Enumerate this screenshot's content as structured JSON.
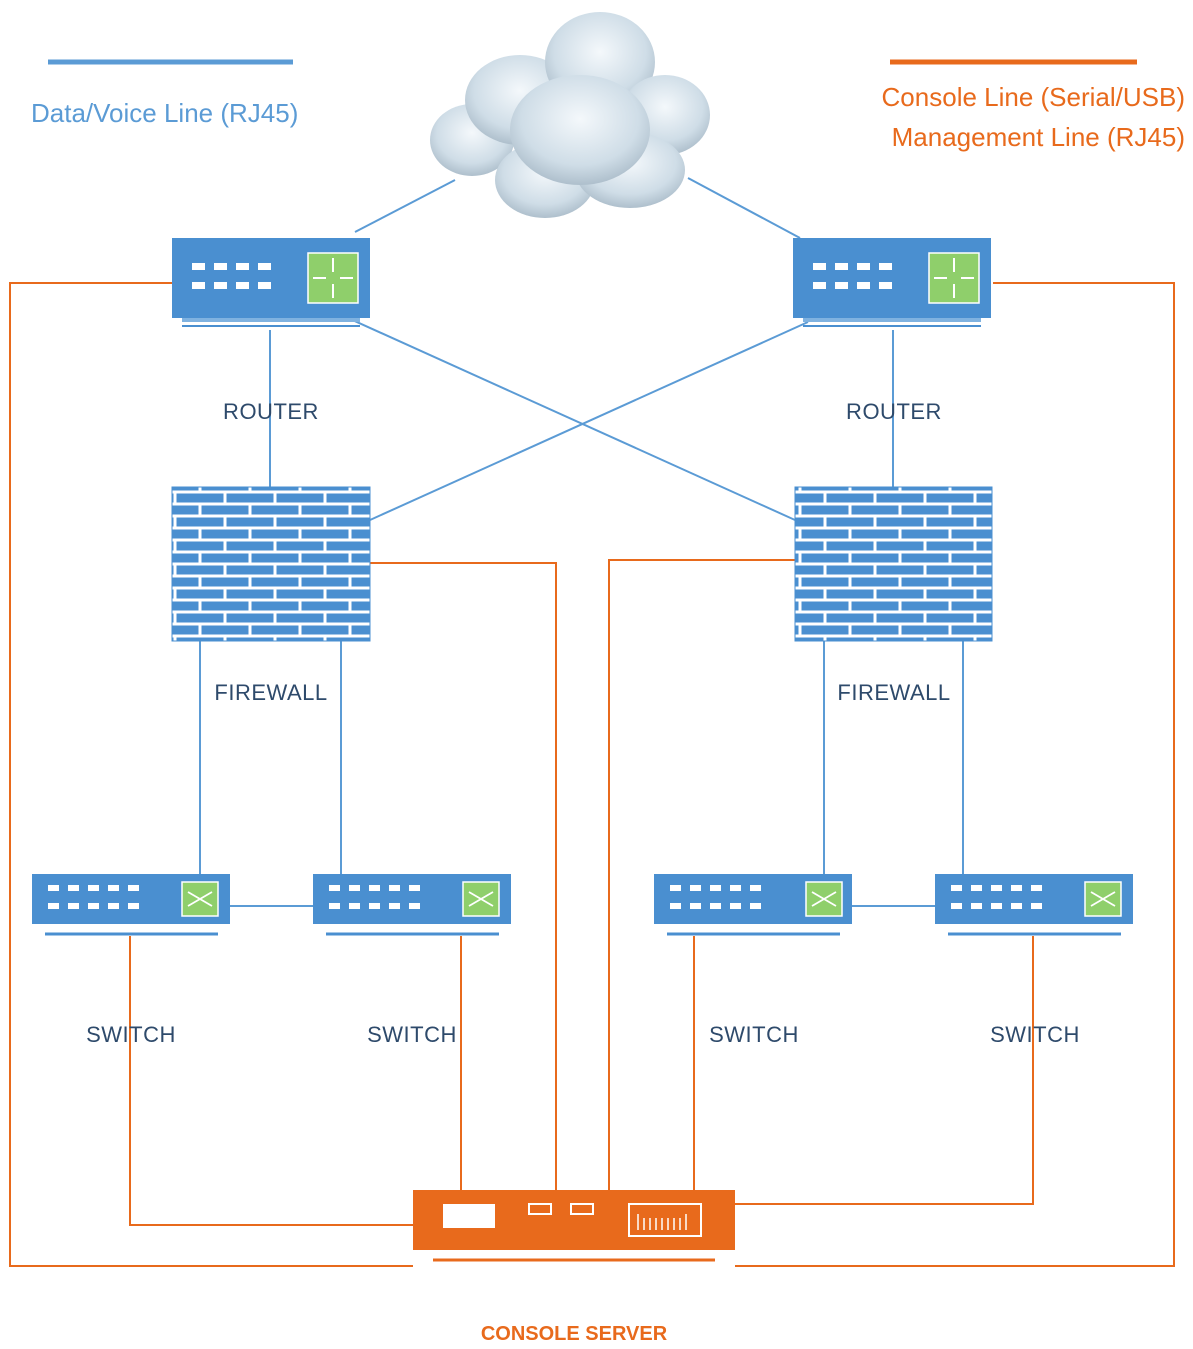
{
  "legend": {
    "data_line": "Data/Voice Line (RJ45)",
    "console_line_1": "Console Line (Serial/USB)",
    "console_line_2": "Management Line (RJ45)"
  },
  "labels": {
    "router_left": "ROUTER",
    "router_right": "ROUTER",
    "firewall_left": "FIREWALL",
    "firewall_right": "FIREWALL",
    "switch_1": "SWITCH",
    "switch_2": "SWITCH",
    "switch_3": "SWITCH",
    "switch_4": "SWITCH",
    "console_server": "CONSOLE SERVER"
  },
  "colors": {
    "data_line": "#5b9bd5",
    "console_line": "#e86a1c",
    "device_blue": "#4a8fd0",
    "device_green": "#8fcf6b"
  }
}
